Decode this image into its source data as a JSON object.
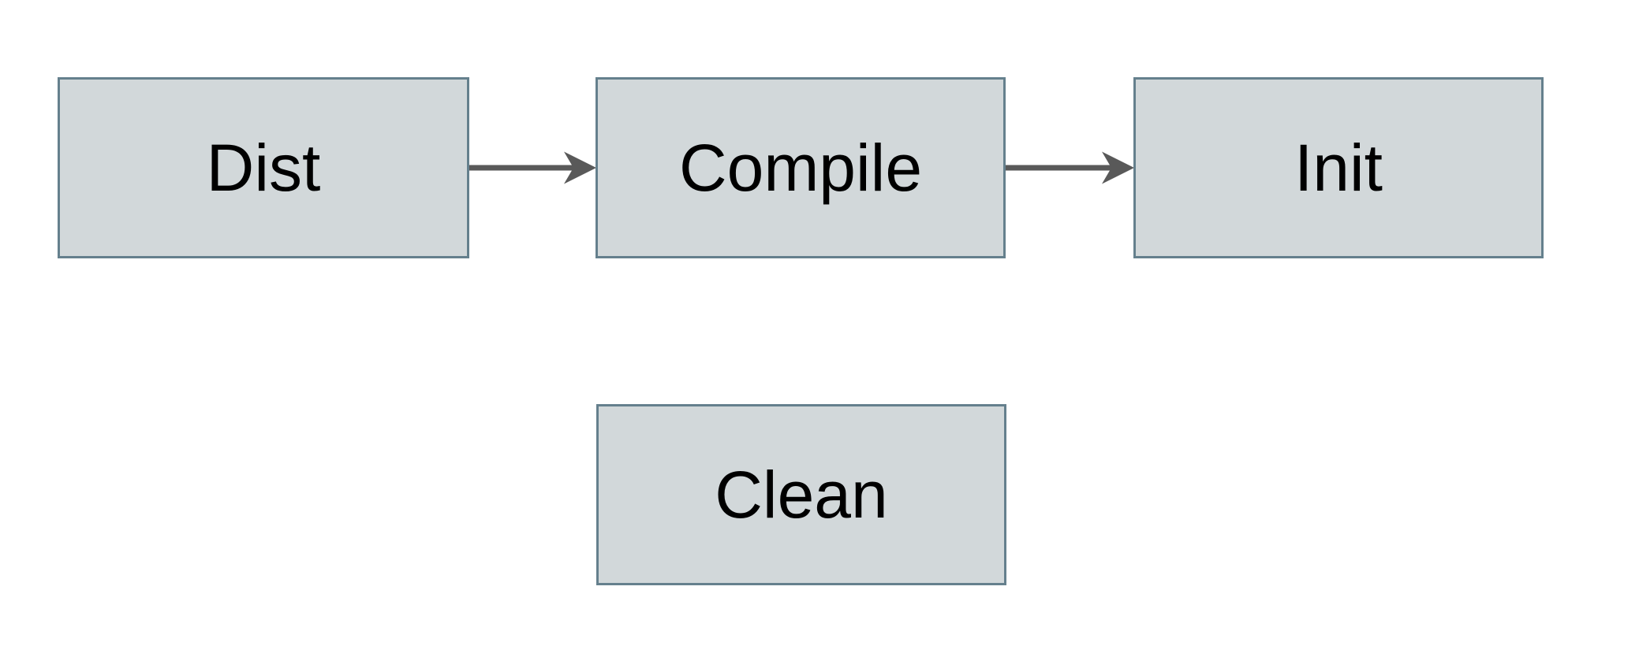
{
  "diagram": {
    "nodes": [
      {
        "id": "dist",
        "label": "Dist"
      },
      {
        "id": "compile",
        "label": "Compile"
      },
      {
        "id": "init",
        "label": "Init"
      },
      {
        "id": "clean",
        "label": "Clean"
      }
    ],
    "edges": [
      {
        "from": "Dist",
        "to": "Compile",
        "direction": "right"
      },
      {
        "from": "Compile",
        "to": "Init",
        "direction": "right"
      }
    ],
    "colors": {
      "node_fill": "#d2d8da",
      "node_border": "#65808d",
      "arrow": "#595959",
      "text": "#000000",
      "background": "#ffffff"
    }
  }
}
